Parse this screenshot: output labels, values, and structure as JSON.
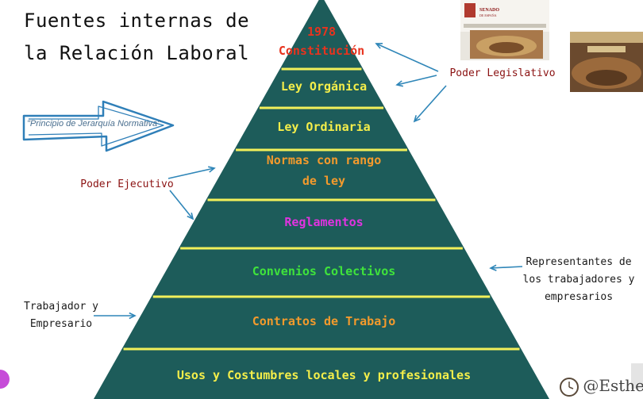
{
  "title": {
    "line1": "Fuentes internas de",
    "line2": "la Relación Laboral"
  },
  "pyramid": {
    "fill": "#1d5c5a",
    "separator": "#f2f05a",
    "levels": [
      {
        "line1": "1978",
        "line2": "Constitución",
        "color": "#e8331e"
      },
      {
        "line1": "Ley Orgánica",
        "color": "#f4ee4a"
      },
      {
        "line1": "Ley Ordinaria",
        "color": "#f4ee4a"
      },
      {
        "line1": "Normas con rango",
        "line2": "de ley",
        "color": "#f39a2c"
      },
      {
        "line1": "Reglamentos",
        "color": "#e033e0"
      },
      {
        "line1": "Convenios Colectivos",
        "color": "#3fe33b"
      },
      {
        "line1": "Contratos de Trabajo",
        "color": "#f39a2c"
      },
      {
        "line1": "Usos y Costumbres locales y profesionales",
        "color": "#f4ee4a"
      }
    ]
  },
  "annotations": {
    "legislativo": {
      "text": "Poder Legislativo",
      "color": "#8b1212"
    },
    "ejecutivo": {
      "text": "Poder Ejecutivo",
      "color": "#8b1212"
    },
    "representantes": {
      "line1": "Representantes de",
      "line2": "los trabajadores y",
      "line3": "empresarios",
      "color": "#1a1a1a"
    },
    "trabajador": {
      "line1": "Trabajador y",
      "line2": "Empresario",
      "color": "#1a1a1a"
    }
  },
  "hierarchy_arrow": {
    "label": "\"Principio de Jerarquía Normativa\"",
    "stroke": "#2f7fb8"
  },
  "photos": {
    "senado_logo": "SENADO",
    "senado_sub": "DE ESPAÑA"
  },
  "handle": "@Esthe",
  "arrow_color": "#2f86b8"
}
